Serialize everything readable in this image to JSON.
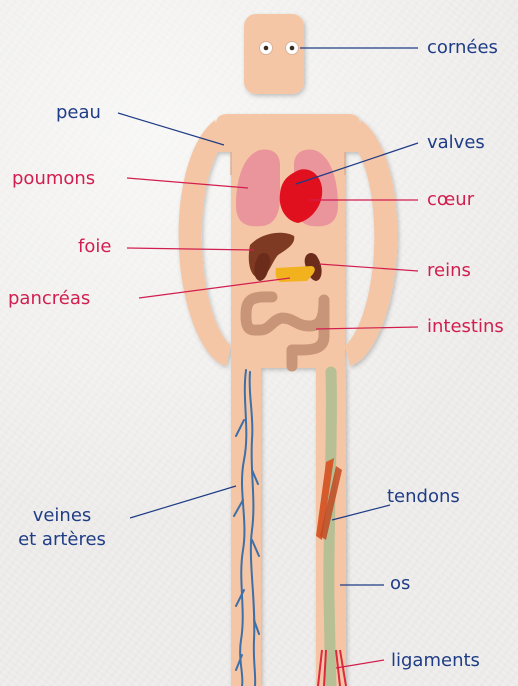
{
  "labels": {
    "corneas": "cornées",
    "skin": "peau",
    "valves": "valves",
    "lungs": "poumons",
    "heart": "cœur",
    "liver": "foie",
    "kidneys": "reins",
    "pancreas": "pancréas",
    "intestines": "intestins",
    "veins_arteries_line1": "veines",
    "veins_arteries_line2": "et artères",
    "tendons": "tendons",
    "bones": "os",
    "ligaments": "ligaments"
  },
  "colors": {
    "label_blue": "#1f3c86",
    "label_red": "#d21e4f",
    "skin": "#f5c6a5",
    "lungs": "#e98f9a",
    "heart": "#e0101e",
    "liver": "#7e3a22",
    "pancreas": "#f2b21e",
    "intestines": "#c99579",
    "veins": "#3d6fa8",
    "bone": "#b7bf95",
    "tendon": "#d55a2c",
    "ligament": "#dc2a40"
  }
}
